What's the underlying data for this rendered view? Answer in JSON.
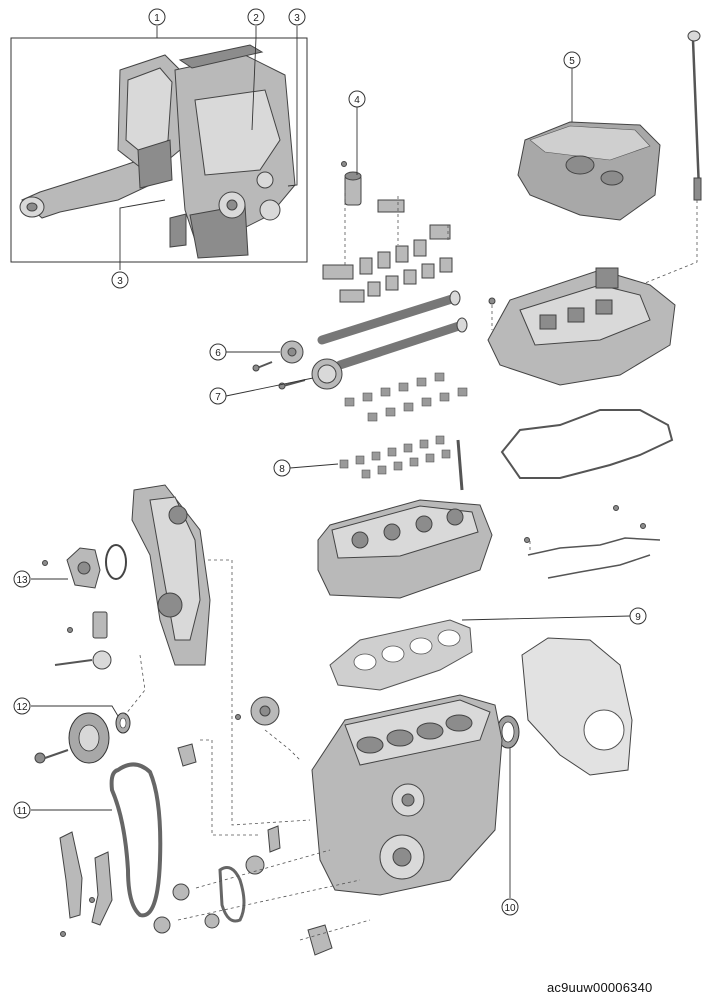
{
  "callouts": {
    "c1": "1",
    "c2": "2",
    "c3a": "3",
    "c3b": "3",
    "c4": "4",
    "c5": "5",
    "c6": "6",
    "c7": "7",
    "c8": "8",
    "c9": "9",
    "c10": "10",
    "c11": "11",
    "c12": "12",
    "c13": "13"
  },
  "document_code": "ac9uuw00006340"
}
